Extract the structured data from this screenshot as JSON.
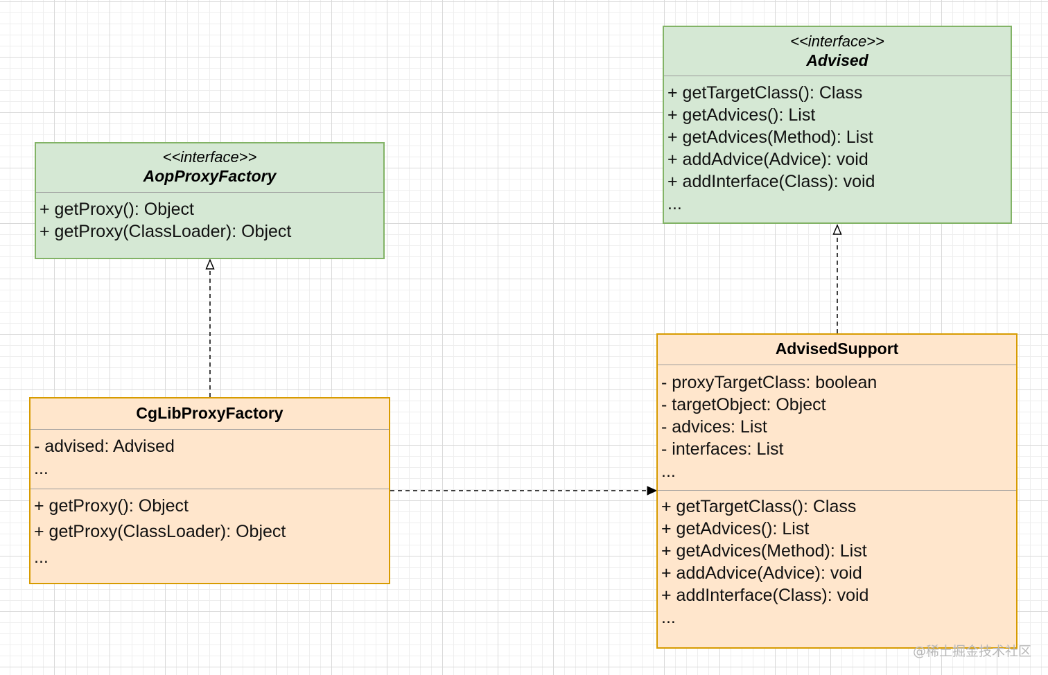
{
  "advised": {
    "stereotype": "<<interface>>",
    "name": "Advised",
    "methods": [
      "+ getTargetClass(): Class",
      "+ getAdvices(): List",
      "+ getAdvices(Method): List",
      "+ addAdvice(Advice): void",
      "+ addInterface(Class): void",
      "..."
    ]
  },
  "aop_proxy_factory": {
    "stereotype": "<<interface>>",
    "name": "AopProxyFactory",
    "methods": [
      "+ getProxy(): Object",
      "+ getProxy(ClassLoader): Object"
    ]
  },
  "cglib_proxy_factory": {
    "name": "CgLibProxyFactory",
    "fields": [
      "- advised: Advised",
      "..."
    ],
    "methods": [
      "+ getProxy(): Object",
      "+ getProxy(ClassLoader): Object",
      "..."
    ]
  },
  "advised_support": {
    "name": "AdvisedSupport",
    "fields": [
      "- proxyTargetClass: boolean",
      "- targetObject: Object",
      "- advices: List",
      "- interfaces: List",
      "..."
    ],
    "methods": [
      "+ getTargetClass(): Class",
      "+ getAdvices(): List",
      "+ getAdvices(Method): List",
      "+ addAdvice(Advice): void",
      "+ addInterface(Class): void",
      "..."
    ]
  },
  "relations": [
    {
      "type": "realization",
      "from": "CgLibProxyFactory",
      "to": "AopProxyFactory"
    },
    {
      "type": "realization",
      "from": "AdvisedSupport",
      "to": "Advised"
    },
    {
      "type": "dependency",
      "from": "CgLibProxyFactory",
      "to": "AdvisedSupport"
    }
  ],
  "watermark": "@稀土掘金技术社区",
  "colors": {
    "interface_fill": "#d5e8d4",
    "interface_stroke": "#82b366",
    "class_fill": "#ffe6cc",
    "class_stroke": "#d79b00"
  }
}
